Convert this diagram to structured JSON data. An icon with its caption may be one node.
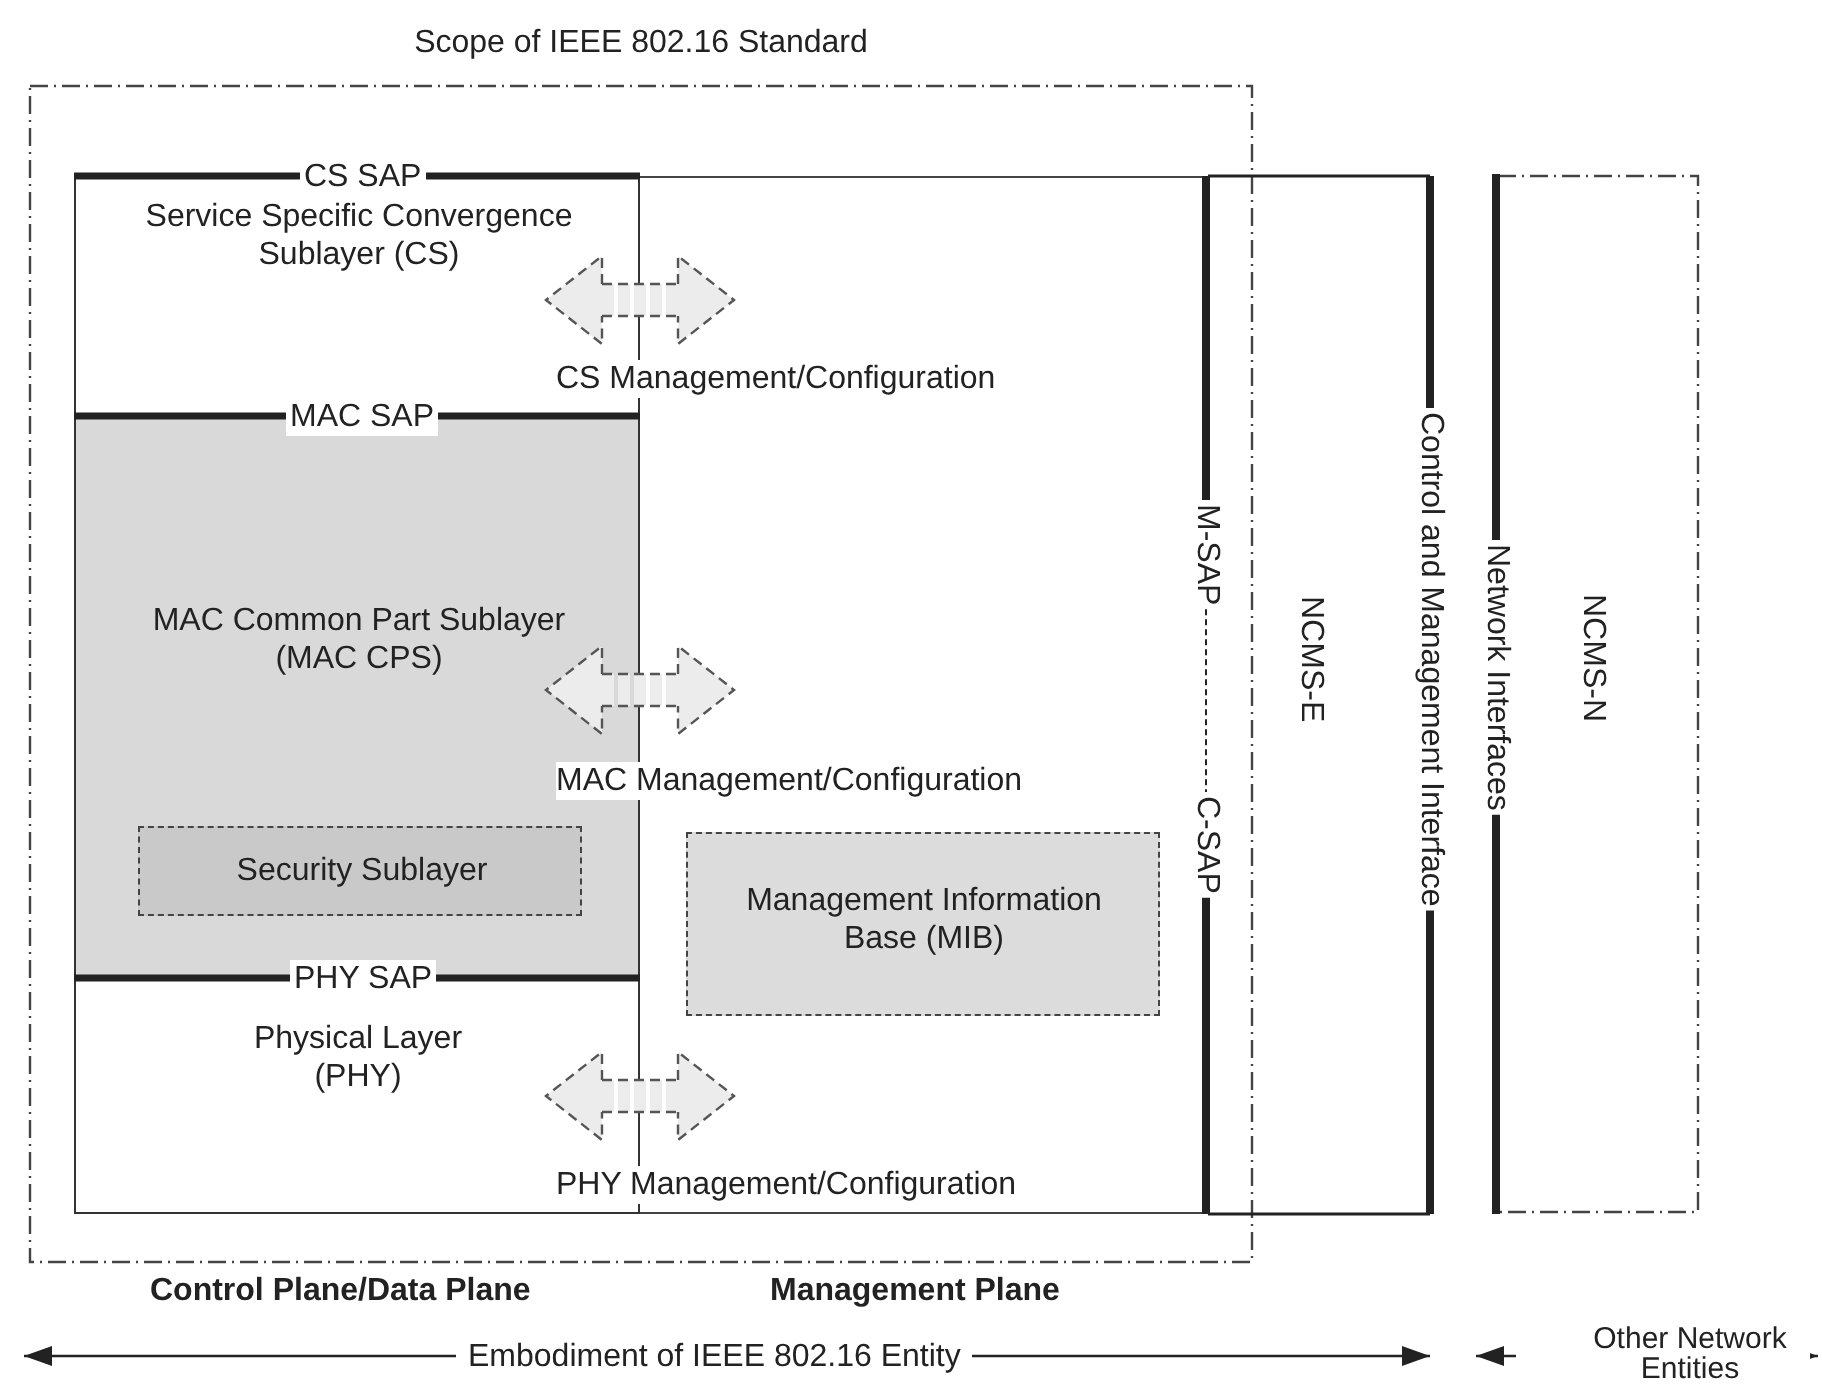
{
  "diagram": {
    "nodes": [
      {
        "text": [
          "Scope of IEEE 802.16 Standard"
        ]
      },
      {
        "text": [
          "Service Specific Convergence Sublayer (CS)"
        ],
        "in": 0
      },
      {
        "text": [
          "MAC Common Part Sublayer (MAC CPS)"
        ],
        "in": 0
      },
      {
        "text": [
          "Security Sublayer"
        ],
        "in": 2
      },
      {
        "text": [
          "Physical Layer (PHY)"
        ],
        "in": 0
      },
      {
        "text": [],
        "shape": "box",
        "in": 0
      },
      {
        "text": [
          "Management Information Base (MIB)"
        ],
        "in": 5
      },
      {
        "text": [
          "NCMS-E"
        ]
      },
      {
        "text": [
          "NCMS-N"
        ]
      }
    ],
    "edges": [
      {
        "from": 1,
        "to": 5,
        "arrow": "both",
        "label": "CS Management/Configuration",
        "style": "dashed"
      },
      {
        "from": 2,
        "to": 5,
        "arrow": "both",
        "label": "MAC Management/Configuration",
        "style": "dashed"
      },
      {
        "from": 4,
        "to": 5,
        "arrow": "both",
        "label": "PHY Management/Configuration",
        "style": "dashed"
      }
    ],
    "labels": [
      "CS SAP",
      "MAC SAP",
      "PHY SAP",
      "M-SAP",
      "C-SAP",
      "Control and Management Interface",
      "Network Interfaces",
      "Control Plane/Data Plane",
      "Management Plane",
      "Embodiment of IEEE 802.16 Entity",
      "Other Network Entities"
    ]
  }
}
